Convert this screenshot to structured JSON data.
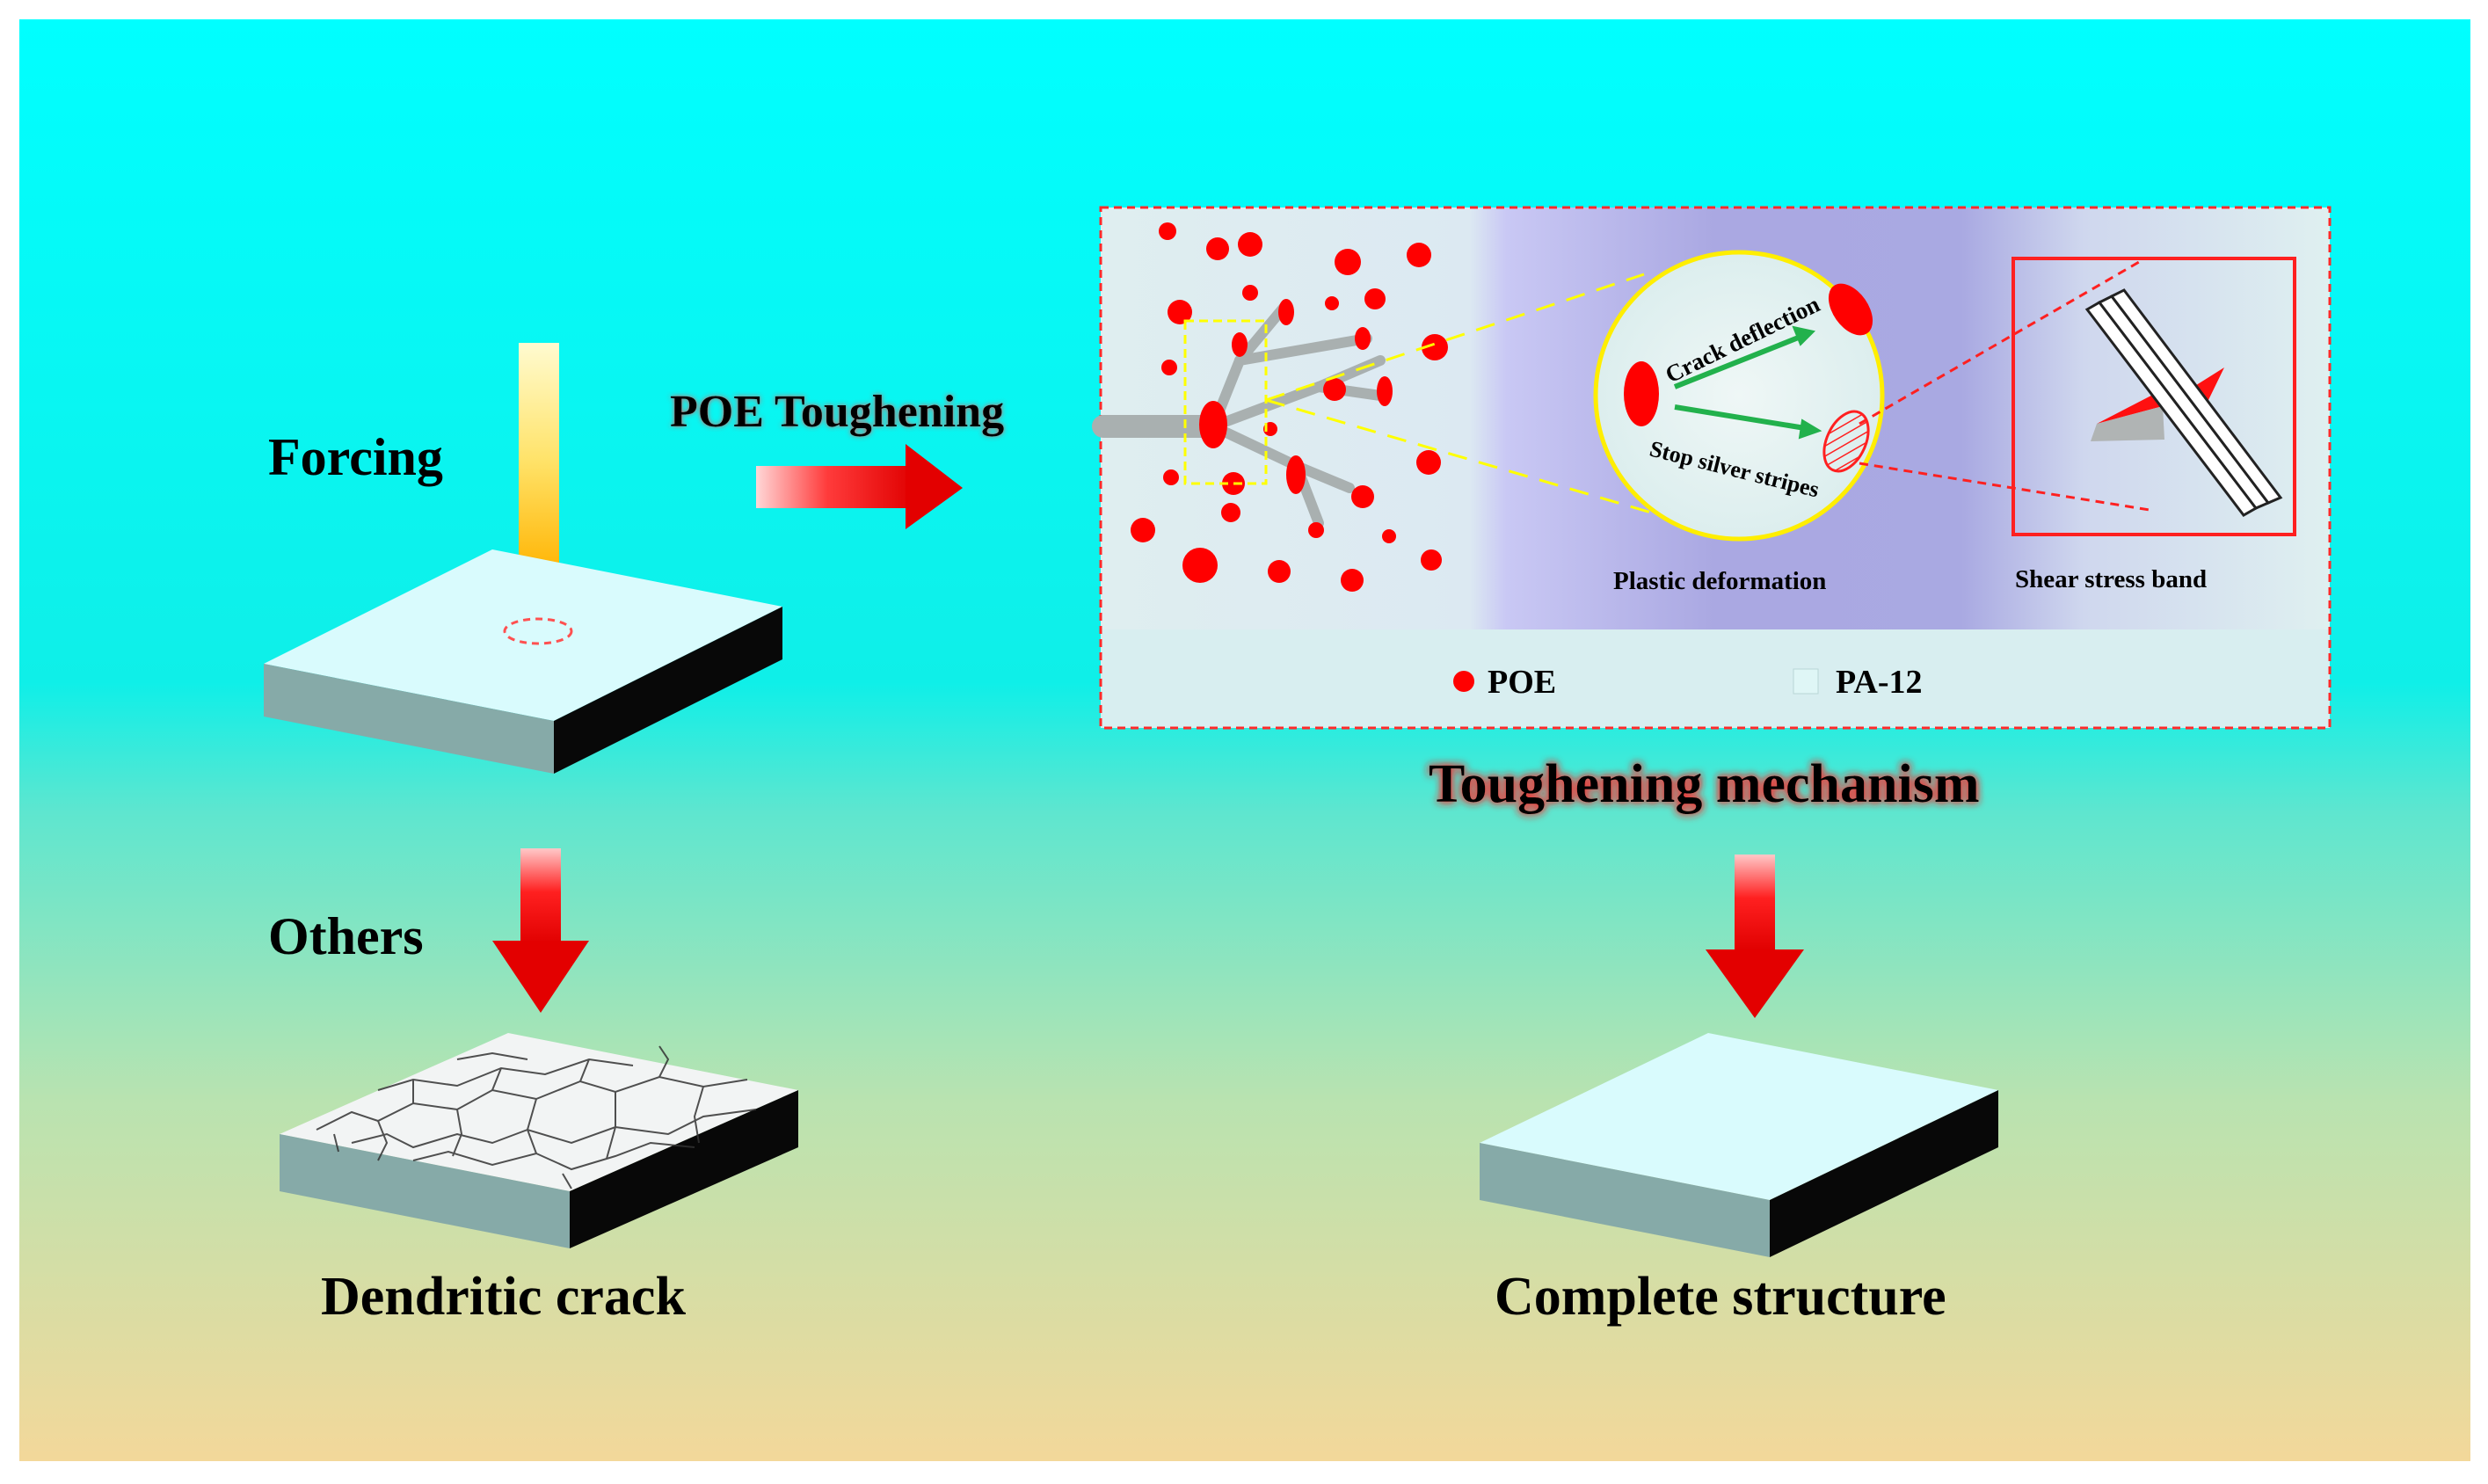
{
  "labels": {
    "forcing": "Forcing",
    "poe_toughening": "POE Toughening",
    "others": "Others",
    "dendritic_crack": "Dendritic crack",
    "complete_structure": "Complete structure",
    "toughening_mechanism": "Toughening mechanism",
    "crack_deflection": "Crack deflection",
    "stop_silver_stripes": "Stop silver stripes",
    "plastic_deformation": "Plastic deformation",
    "shear_stress_band": "Shear stress band"
  },
  "legend": [
    {
      "label": "POE",
      "color": "#ff0000"
    },
    {
      "label": "PA-12",
      "color": "#dff6f6"
    }
  ],
  "colors": {
    "background_top": "#00ffff",
    "background_mid": "#6fe8cc",
    "background_bottom": "#f2d89a",
    "arrow_red": "#ff0000",
    "arrow_yellow": "#ffd21a",
    "plate_top": "#d9fbfd",
    "plate_front": "#86aaa8",
    "plate_side": "#0a0a0a",
    "panel_bg": "#dbeef0",
    "panel_purple": "#a7a6e6",
    "dashed_border": "#ff2a2a",
    "zoom_lines": "#ffff00",
    "green_arrow": "#1fb54a"
  }
}
